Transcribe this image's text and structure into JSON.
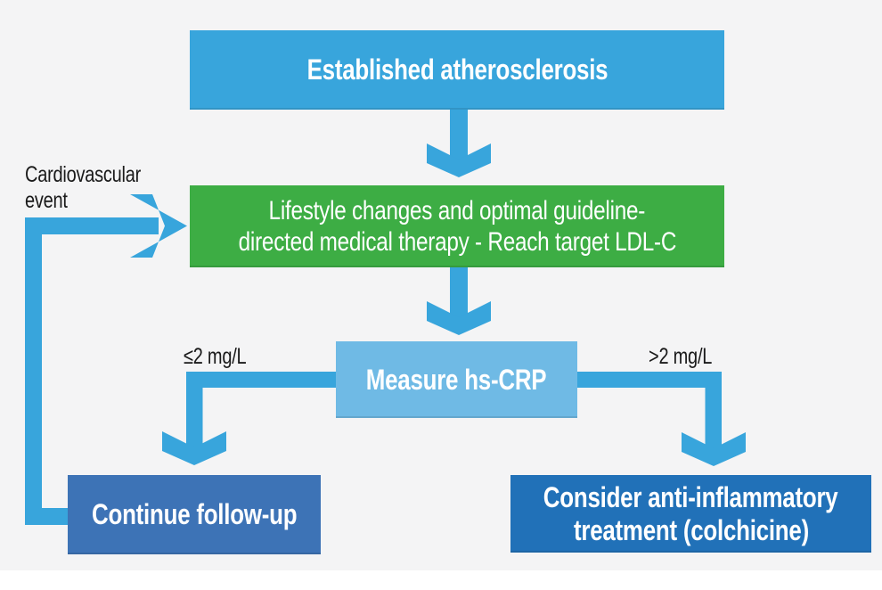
{
  "figure": {
    "type": "flowchart",
    "subject": "hs-CRP guided anti-inflammatory treatment pathway"
  },
  "colors": {
    "background": "#f4f4f5",
    "page_bottom": "#ffffff",
    "arrow_blue": "#38a5dc",
    "top_box": "#38a5dc",
    "green_box": "#3dad44",
    "measure_box": "#6fbae5",
    "followup_box": "#3d73b6",
    "treatment_box": "#2171b8",
    "label_text": "#1a1a1a",
    "box_text": "#ffffff"
  },
  "nodes": {
    "established": {
      "label": "Established atherosclerosis"
    },
    "lifestyle": {
      "line1": "Lifestyle changes and optimal guideline-",
      "line2": "directed medical therapy - Reach target LDL-C"
    },
    "measure": {
      "label": "Measure hs-CRP"
    },
    "followup": {
      "label": "Continue follow-up"
    },
    "treatment": {
      "line1": "Consider anti-inflammatory",
      "line2": "treatment (colchicine)"
    }
  },
  "edge_labels": {
    "cardiovascular_line1": "Cardiovascular",
    "cardiovascular_line2": "event",
    "hscrp_low": "≤2 mg/L",
    "hscrp_high": ">2 mg/L"
  }
}
